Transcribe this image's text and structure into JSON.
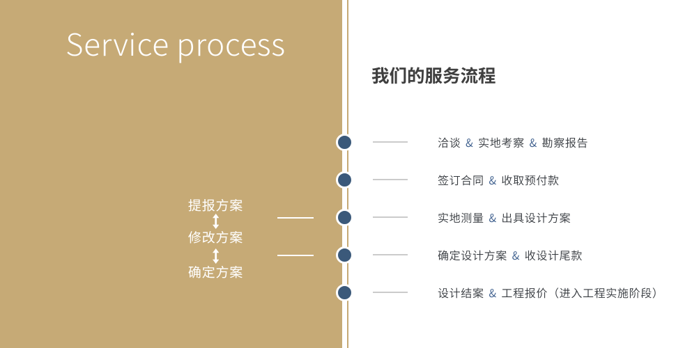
{
  "slide": {
    "title_en": "Service process",
    "title_cn": "我们的服务流程"
  },
  "steps": [
    {
      "text": "洽谈 & 实地考察 & 勘察报告"
    },
    {
      "text": "签订合同 & 收取预付款"
    },
    {
      "text": "实地测量 & 出具设计方案"
    },
    {
      "text": "确定设计方案 & 收设计尾款"
    },
    {
      "text": "设计结案 & 工程报价（进入工程实施阶段）"
    }
  ],
  "proposal_loop": {
    "labels": [
      "提报方案",
      "修改方案",
      "确定方案"
    ]
  },
  "colors": {
    "gold": "#c6aa76",
    "dot_navy": "#3b597a",
    "amp_blue": "#3f608e",
    "step_text": "#35393e",
    "title_cn_color": "#3f3f3f",
    "connector_gray": "#cbcbcb",
    "white": "#ffffff"
  }
}
